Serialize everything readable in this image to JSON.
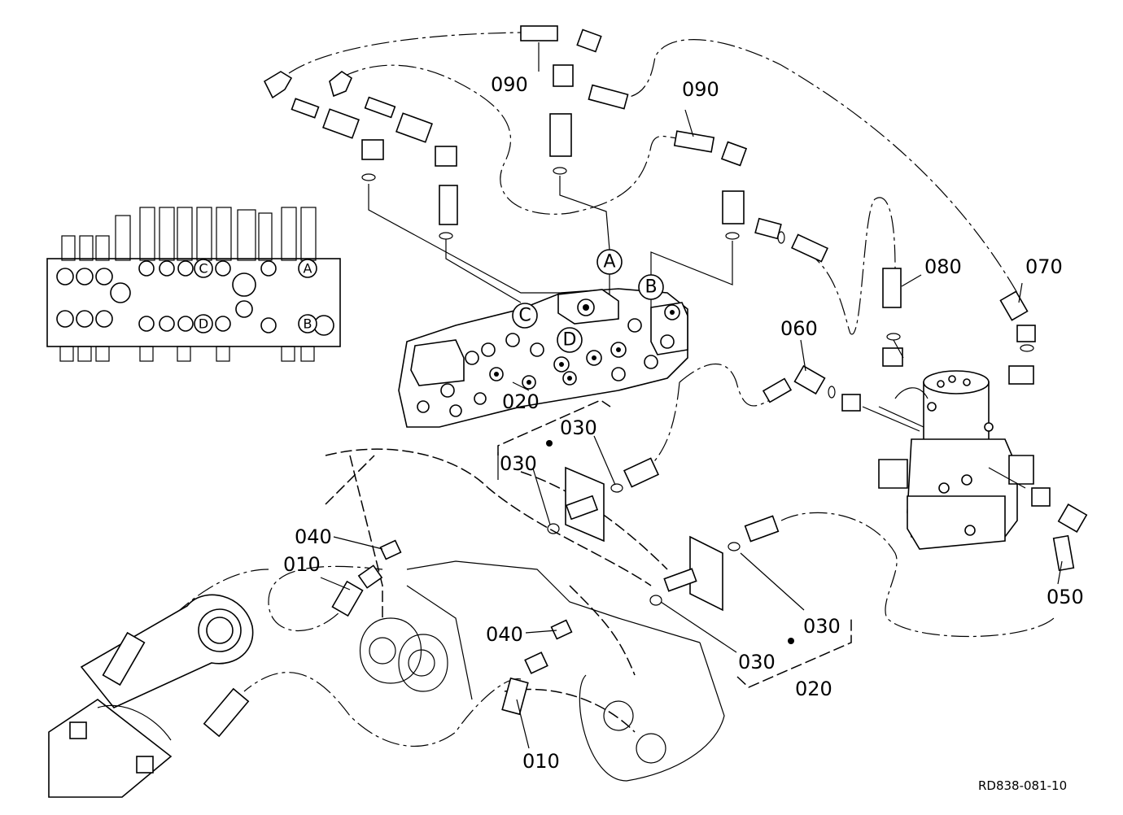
{
  "part_labels": {
    "p010_left": "010",
    "p010_bottom": "010",
    "p020_upper": "020",
    "p020_lower": "020",
    "p030_a": "030",
    "p030_b": "030",
    "p030_c": "030",
    "p030_d": "030",
    "p040_upper": "040",
    "p040_lower": "040",
    "p050": "050",
    "p060": "060",
    "p070": "070",
    "p080": "080",
    "p090_left": "090",
    "p090_right": "090"
  },
  "port_callouts": {
    "a_valve": "A",
    "b_valve": "B",
    "c_valve": "C",
    "d_valve": "D",
    "a_panel": "A",
    "b_panel": "B",
    "c_panel": "C",
    "d_panel": "D"
  },
  "reference_code": "RD838-081-10"
}
